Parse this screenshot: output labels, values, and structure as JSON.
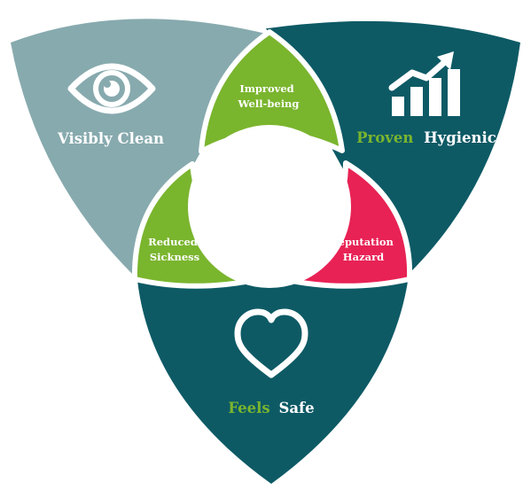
{
  "diagram": {
    "petals": {
      "left": {
        "title": "Visibly Clean",
        "icon": "eye-icon",
        "color": "#87aaae"
      },
      "right": {
        "title_part1": "Proven",
        "title_part2": "Hygienic",
        "icon": "rising-bar-chart-icon",
        "color": "#0d5a65"
      },
      "bottom": {
        "title_part1": "Feels",
        "title_part2": "Safe",
        "icon": "heart-icon",
        "color": "#0d5a65"
      }
    },
    "overlaps": {
      "top": {
        "line1": "Improved",
        "line2": "Well-being",
        "color": "#7ab52e"
      },
      "left": {
        "line1": "Reduced",
        "line2": "Sickness",
        "color": "#7ab52e"
      },
      "right": {
        "line1": "Reputation",
        "line2": "Hazard",
        "color": "#e82255"
      }
    },
    "accent_green": "#7ab52e",
    "center_color": "#ffffff"
  }
}
